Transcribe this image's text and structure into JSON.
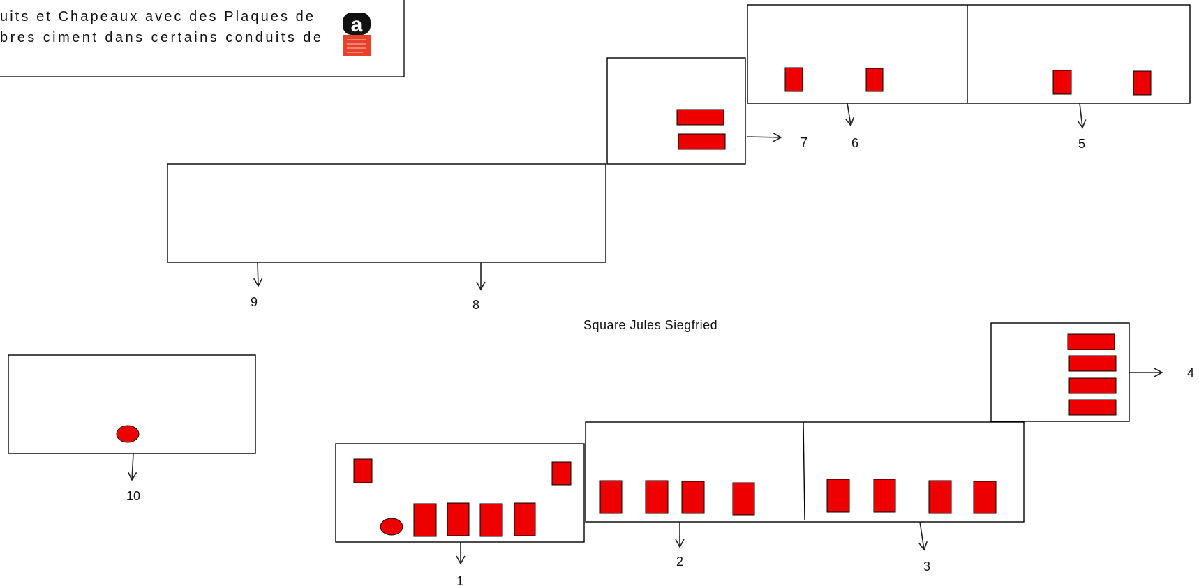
{
  "legend": {
    "line1": "uits et Chapeaux  avec des  Plaques de",
    "line2": "bres ciment  dans certains conduits de",
    "logo_letter": "a",
    "logo_icon": "asbestos-warning-logo",
    "colors": {
      "logo_black": "#111111",
      "logo_red": "#e8432a"
    }
  },
  "title": "Square Jules Siegfried",
  "labels": {
    "b1": "1",
    "b2": "2",
    "b3": "3",
    "b4": "4",
    "b5": "5",
    "b6": "6",
    "b7": "7",
    "b8": "8",
    "b9": "9",
    "b10": "10"
  },
  "colors": {
    "marker": "#ee0000",
    "outline": "#000000",
    "stroke": "#222222"
  }
}
